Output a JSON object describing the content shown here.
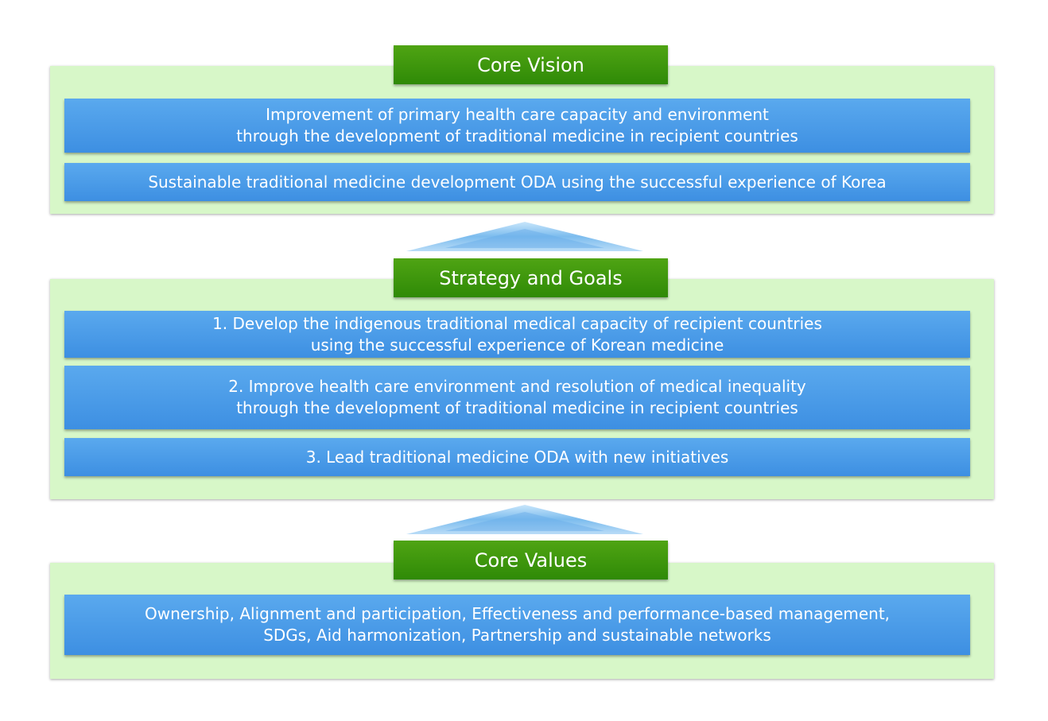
{
  "core_vision": {
    "title": "Core Vision",
    "items": [
      {
        "line1": "Improvement of primary health care capacity and environment",
        "line2": "through the development of traditional medicine in recipient countries"
      },
      {
        "line1": "Sustainable traditional medicine development ODA using the successful experience of Korea"
      }
    ]
  },
  "strategy_goals": {
    "title": "Strategy and Goals",
    "items": [
      {
        "line1": "1. Develop the indigenous traditional medical capacity of recipient countries",
        "line2": "using the successful experience of Korean medicine"
      },
      {
        "line1": "2. Improve health care environment and resolution of medical inequality",
        "line2": "through the development of traditional medicine in recipient countries"
      },
      {
        "line1": "3. Lead traditional medicine ODA with new initiatives"
      }
    ]
  },
  "core_values": {
    "title": "Core Values",
    "items": [
      {
        "line1": "Ownership, Alignment and participation, Effectiveness and performance-based management,",
        "line2": "SDGs, Aid harmonization, Partnership and sustainable networks"
      }
    ]
  },
  "colors": {
    "panel": "#d7f7c8",
    "header": "#3a9410",
    "box": "#4a9ce8",
    "arrow": "#8ec8f2"
  }
}
